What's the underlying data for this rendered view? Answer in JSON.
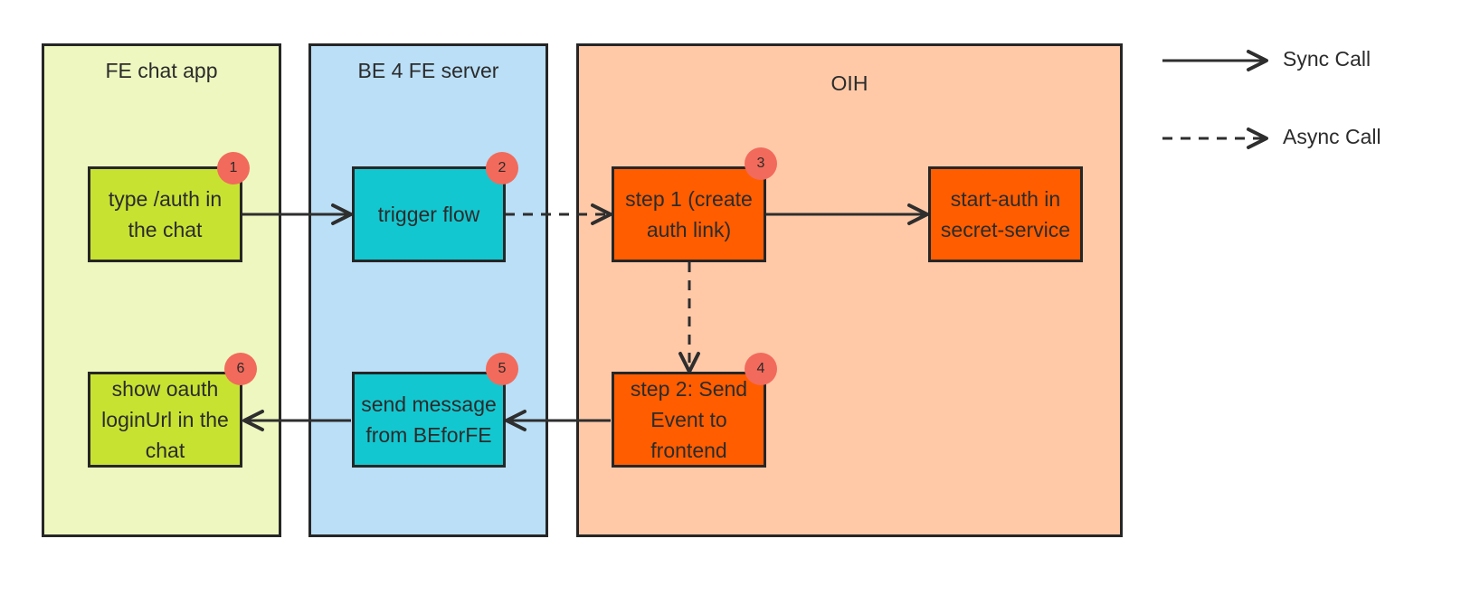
{
  "lanes": {
    "fe": {
      "title": "FE chat app",
      "color": "#eef7bf"
    },
    "be": {
      "title": "BE 4 FE server",
      "color": "#badff7"
    },
    "oih": {
      "title": "OIH",
      "color": "#ffc9a8"
    }
  },
  "nodes": {
    "type_auth": {
      "label": "type /auth in the chat",
      "badge": "1",
      "color": "#c8e232"
    },
    "trigger_flow": {
      "label": "trigger flow",
      "badge": "2",
      "color": "#13c7d0"
    },
    "step1": {
      "label": "step 1 (create auth link)",
      "badge": "3",
      "color": "#ff5d00"
    },
    "start_auth": {
      "label": "start-auth in secret-service",
      "color": "#ff5d00"
    },
    "step2": {
      "label": "step 2: Send Event to frontend",
      "badge": "4",
      "color": "#ff5d00"
    },
    "send_message": {
      "label": "send message from BEforFE",
      "badge": "5",
      "color": "#13c7d0"
    },
    "show_oauth": {
      "label": "show oauth loginUrl in the chat",
      "badge": "6",
      "color": "#c8e232"
    }
  },
  "legend": {
    "sync": "Sync Call",
    "async": "Async Call"
  },
  "edges": [
    {
      "from": "type_auth",
      "to": "trigger_flow",
      "kind": "sync"
    },
    {
      "from": "trigger_flow",
      "to": "step1",
      "kind": "async"
    },
    {
      "from": "step1",
      "to": "start_auth",
      "kind": "sync"
    },
    {
      "from": "step1",
      "to": "step2",
      "kind": "async"
    },
    {
      "from": "step2",
      "to": "send_message",
      "kind": "sync"
    },
    {
      "from": "send_message",
      "to": "show_oauth",
      "kind": "sync"
    }
  ]
}
